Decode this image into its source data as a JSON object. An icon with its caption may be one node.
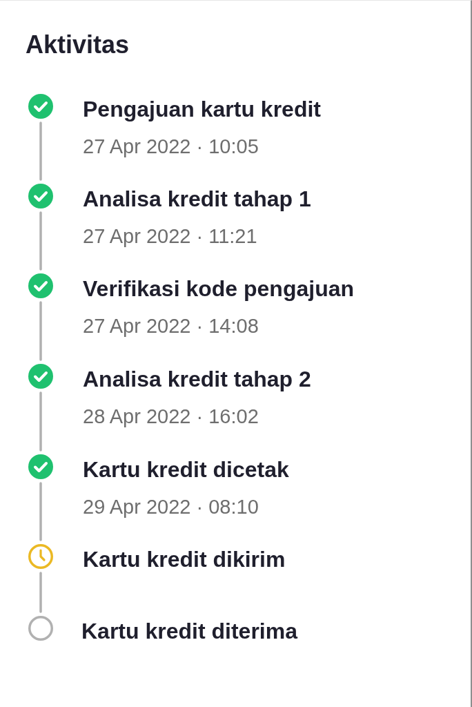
{
  "diagram": {
    "title": "Aktivitas",
    "nodes": [
      {
        "text": [],
        "shape": "check",
        "beside": [
          "Pengajuan kartu kredit",
          "27 Apr 2022 · 10:05"
        ]
      },
      {
        "text": [],
        "shape": "check",
        "beside": [
          "Analisa kredit tahap 1",
          "27 Apr 2022 · 11:21"
        ]
      },
      {
        "text": [],
        "shape": "check",
        "beside": [
          "Verifikasi kode pengajuan",
          "27 Apr 2022 · 14:08"
        ]
      },
      {
        "text": [],
        "shape": "check",
        "beside": [
          "Analisa kredit tahap 2",
          "28 Apr 2022 · 16:02"
        ]
      },
      {
        "text": [],
        "shape": "check",
        "beside": [
          "Kartu kredit dicetak",
          "29 Apr 2022 · 08:10"
        ]
      },
      {
        "text": [],
        "shape": "clock",
        "beside": [
          "Kartu kredit dikirim"
        ]
      },
      {
        "text": [],
        "shape": "circle",
        "beside": [
          "Kartu kredit diterima"
        ]
      }
    ],
    "edges": [
      {
        "from": 0,
        "to": 1,
        "arrow": "none"
      },
      {
        "from": 1,
        "to": 2,
        "arrow": "none"
      },
      {
        "from": 2,
        "to": 3,
        "arrow": "none"
      },
      {
        "from": 3,
        "to": 4,
        "arrow": "none"
      },
      {
        "from": 4,
        "to": 5,
        "arrow": "none"
      },
      {
        "from": 5,
        "to": 6,
        "arrow": "none"
      }
    ]
  }
}
